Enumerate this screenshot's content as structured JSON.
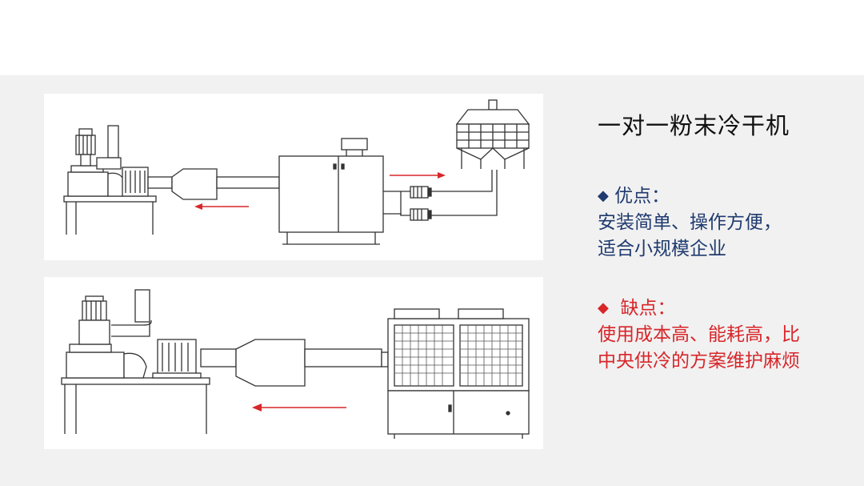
{
  "title": "一对一粉末冷干机",
  "pros": {
    "marker": "◆",
    "heading": "优点：",
    "lines": [
      "安装简单、操作方便，",
      "适合小规模企业"
    ]
  },
  "cons": {
    "marker": "◆",
    "heading": "缺点：",
    "lines": [
      "使用成本高、能耗高，比",
      "中央供冷的方案维护麻烦"
    ]
  },
  "colors": {
    "pros": "#1f3a6e",
    "cons": "#d8262a",
    "arrow": "#d8262a",
    "band": "#f1f1f1"
  },
  "diagrams": [
    {
      "name": "mill-with-cooling-tower",
      "icons": [
        "motor-icon",
        "mill-icon",
        "duct-icon",
        "dryer-cabinet-icon",
        "pump-icon",
        "cooling-tower-icon"
      ]
    },
    {
      "name": "mill-with-air-chiller",
      "icons": [
        "motor-icon",
        "mill-icon",
        "duct-icon",
        "air-chiller-icon"
      ]
    }
  ]
}
